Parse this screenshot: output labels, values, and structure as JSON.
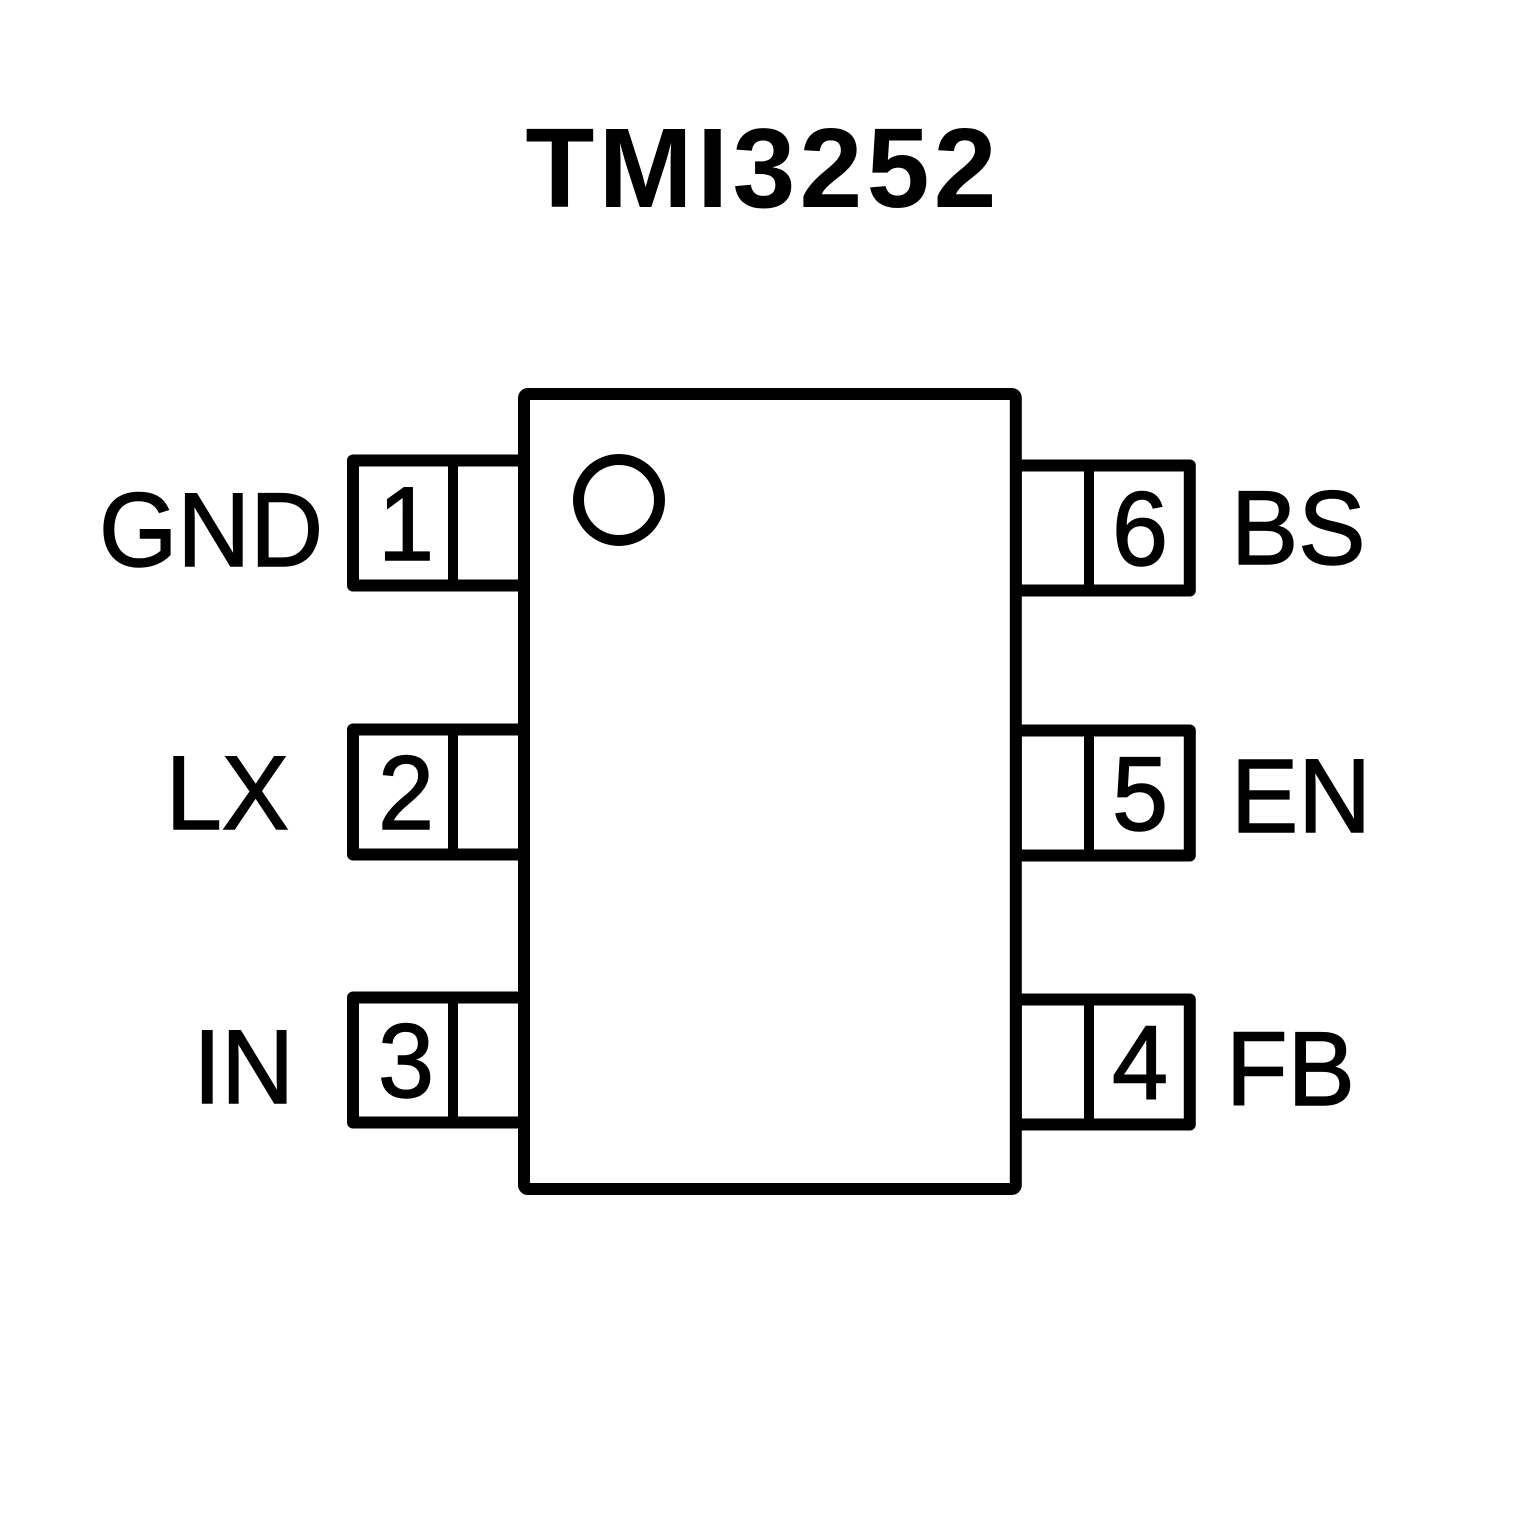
{
  "title": "TMI3252",
  "diagram": {
    "part_number": "TMI3252",
    "colors": {
      "ink": "#000000",
      "background": "#ffffff"
    },
    "pins": [
      {
        "number": "1",
        "name": "GND",
        "side": "left"
      },
      {
        "number": "2",
        "name": "LX",
        "side": "left"
      },
      {
        "number": "3",
        "name": "IN",
        "side": "left"
      },
      {
        "number": "4",
        "name": "FB",
        "side": "right"
      },
      {
        "number": "5",
        "name": "EN",
        "side": "right"
      },
      {
        "number": "6",
        "name": "BS",
        "side": "right"
      }
    ]
  }
}
